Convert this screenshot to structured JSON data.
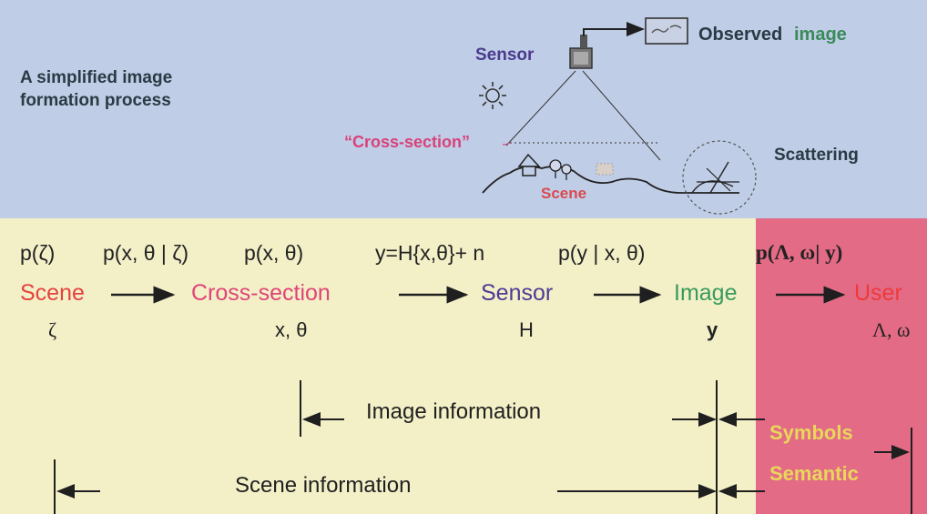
{
  "intro": {
    "line1": "A simplified image",
    "line2": "formation process"
  },
  "top_labels": {
    "sensor": "Sensor",
    "observed_word1": "Observed",
    "observed_word2": "image",
    "cross_section": "“Cross-section”",
    "scattering": "Scattering",
    "scene": "Scene"
  },
  "formulas": {
    "scene": "p(ζ)",
    "cross_section": "p(x, θ | ζ)",
    "cross_section_prior": "p(x, θ)",
    "sensor": "y=H{x,θ}+ n",
    "image": "p(y | x, θ)",
    "user": "p(Λ, ω| y)"
  },
  "stages": {
    "scene": "Scene",
    "cross_section": "Cross-section",
    "sensor": "Sensor",
    "image": "Image",
    "user": "User"
  },
  "symbols": {
    "scene": "ζ",
    "cross_section": "x, θ",
    "sensor": "H",
    "image": "y",
    "user": "Λ, ω"
  },
  "info": {
    "image_information": "Image information",
    "scene_information": "Scene information",
    "symbols": "Symbols",
    "semantic": "Semantic"
  },
  "colors": {
    "top_background": "#bfcde6",
    "bottom_background": "#f3f0c8",
    "user_background": "#e36b86",
    "scene": "#e5433e",
    "cross_section": "#e04478",
    "sensor": "#4d3a94",
    "image": "#3a9a5e",
    "user": "#ee3a3a",
    "info_label": "#e8d75a"
  }
}
